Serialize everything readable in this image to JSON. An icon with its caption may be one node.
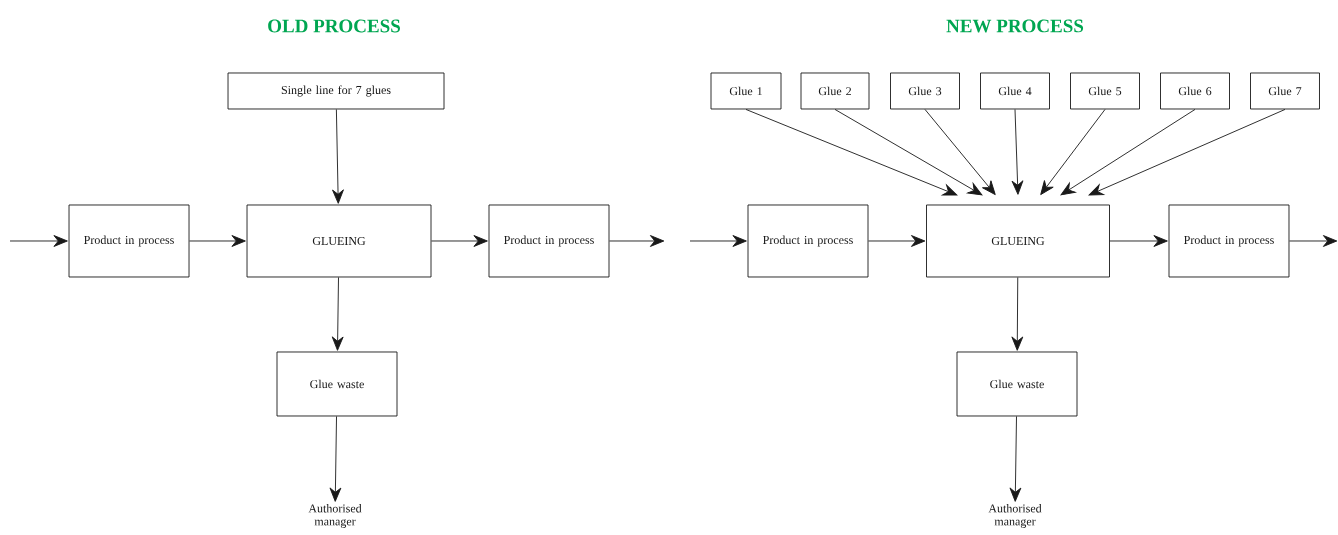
{
  "diagram": {
    "nodes": [
      {
        "text": [
          "Single line for 7 glues"
        ]
      },
      {
        "text": [
          "Product in process"
        ]
      },
      {
        "text": [
          "GLUEING"
        ]
      },
      {
        "text": [
          "Product in process"
        ]
      },
      {
        "text": [
          "Glue waste"
        ]
      },
      {
        "text": [
          "Authorised manager"
        ]
      },
      {
        "text": [
          "Glue 1"
        ]
      },
      {
        "text": [
          "Glue 2"
        ]
      },
      {
        "text": [
          "Glue 3"
        ]
      },
      {
        "text": [
          "Glue 4"
        ]
      },
      {
        "text": [
          "Glue 5"
        ]
      },
      {
        "text": [
          "Glue 6"
        ]
      },
      {
        "text": [
          "Glue 7"
        ]
      },
      {
        "text": [
          "Product in process"
        ]
      },
      {
        "text": [
          "GLUEING"
        ]
      },
      {
        "text": [
          "Product in process"
        ]
      },
      {
        "text": [
          "Glue waste"
        ]
      },
      {
        "text": [
          "Authorised manager"
        ]
      }
    ],
    "edges": [
      {
        "from": 0,
        "to": 2,
        "arrow": "to"
      },
      {
        "from": null,
        "to": 1,
        "arrow": "to"
      },
      {
        "from": 1,
        "to": 2,
        "arrow": "to"
      },
      {
        "from": 2,
        "to": 3,
        "arrow": "to"
      },
      {
        "from": 3,
        "to": null,
        "arrow": "to"
      },
      {
        "from": 2,
        "to": 4,
        "arrow": "to"
      },
      {
        "from": 4,
        "to": 5,
        "arrow": "to"
      },
      {
        "from": 6,
        "to": 14,
        "arrow": "to"
      },
      {
        "from": 7,
        "to": 14,
        "arrow": "to"
      },
      {
        "from": 8,
        "to": 14,
        "arrow": "to"
      },
      {
        "from": 9,
        "to": 14,
        "arrow": "to"
      },
      {
        "from": 10,
        "to": 14,
        "arrow": "to"
      },
      {
        "from": 11,
        "to": 14,
        "arrow": "to"
      },
      {
        "from": 12,
        "to": 14,
        "arrow": "to"
      },
      {
        "from": null,
        "to": 13,
        "arrow": "to"
      },
      {
        "from": 13,
        "to": 14,
        "arrow": "to"
      },
      {
        "from": 14,
        "to": 15,
        "arrow": "to"
      },
      {
        "from": 15,
        "to": null,
        "arrow": "to"
      },
      {
        "from": 14,
        "to": 16,
        "arrow": "to"
      },
      {
        "from": 16,
        "to": 17,
        "arrow": "to"
      }
    ],
    "labels": [
      "OLD PROCESS",
      "NEW PROCESS"
    ]
  }
}
